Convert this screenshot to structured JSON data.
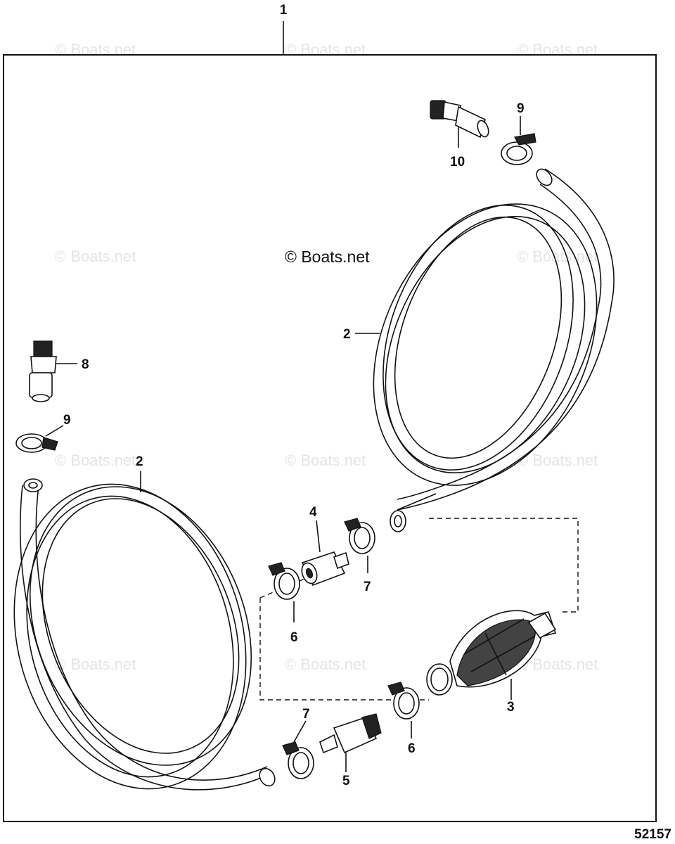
{
  "figure_number": "52157",
  "copyright_main": "© Boats.net",
  "watermark_text": "© Boats.net",
  "callouts": {
    "kit": "1",
    "hose_right": "2",
    "hose_left": "2",
    "primer_bulb": "3",
    "fitting_4": "4",
    "fitting_5": "5",
    "clamp_6_upper": "6",
    "clamp_6_lower": "6",
    "clamp_7_upper": "7",
    "clamp_7_lower": "7",
    "fitting_8": "8",
    "clamp_9_left": "9",
    "clamp_9_right": "9",
    "fitting_10": "10"
  }
}
